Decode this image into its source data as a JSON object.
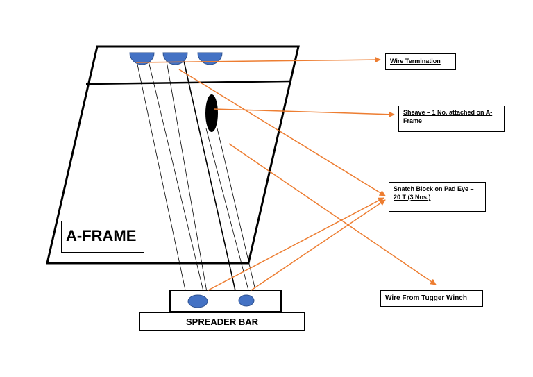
{
  "labels": {
    "aframe": "A-FRAME",
    "spreader_bar": "SPREADER BAR",
    "wire_termination": "Wire Termination",
    "sheave": "Sheave – 1 No. attached on A-Frame",
    "snatch_block": "Snatch Block on Pad Eye – 20 T (3 Nos.)",
    "tugger_winch": "Wire From Tugger Winch"
  },
  "colors": {
    "arrow": "#ED7D31",
    "block_fill": "#4472C4",
    "outline": "#000000"
  }
}
